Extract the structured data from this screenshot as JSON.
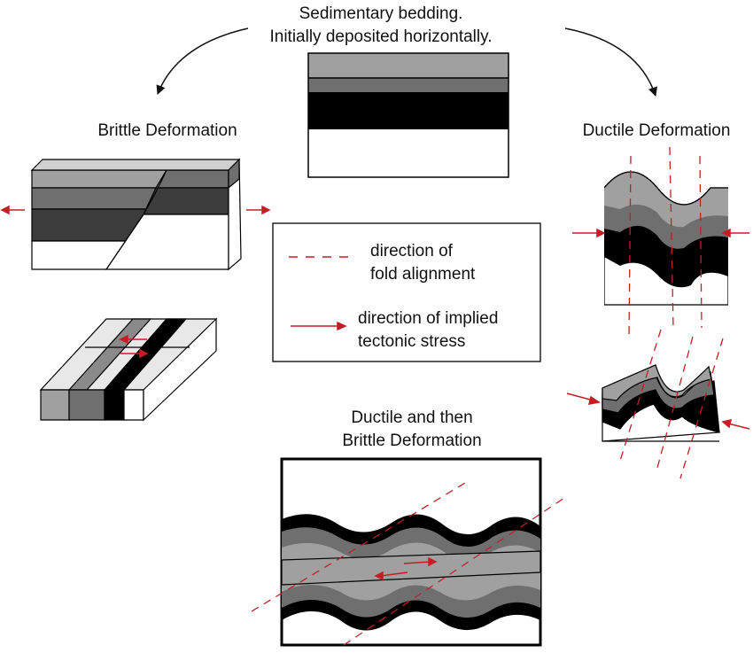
{
  "title": {
    "line1": "Sedimentary bedding.",
    "line2": "Initially deposited horizontally."
  },
  "brittle": {
    "label": "Brittle Deformation"
  },
  "ductile": {
    "label": "Ductile Deformation"
  },
  "combined": {
    "line1": "Ductile and then",
    "line2": "Brittle Deformation"
  },
  "legend": {
    "fold_line1": "direction of",
    "fold_line2": "fold alignment",
    "stress_line1": "direction of implied",
    "stress_line2": "tectonic stress"
  },
  "colors": {
    "stress_arrow": "#c41e24",
    "fold_line": "#c41e24",
    "light_gray": "#a0a0a0",
    "mid_gray": "#6f6f6f",
    "dark_gray": "#3c3c3c",
    "black": "#000000"
  }
}
